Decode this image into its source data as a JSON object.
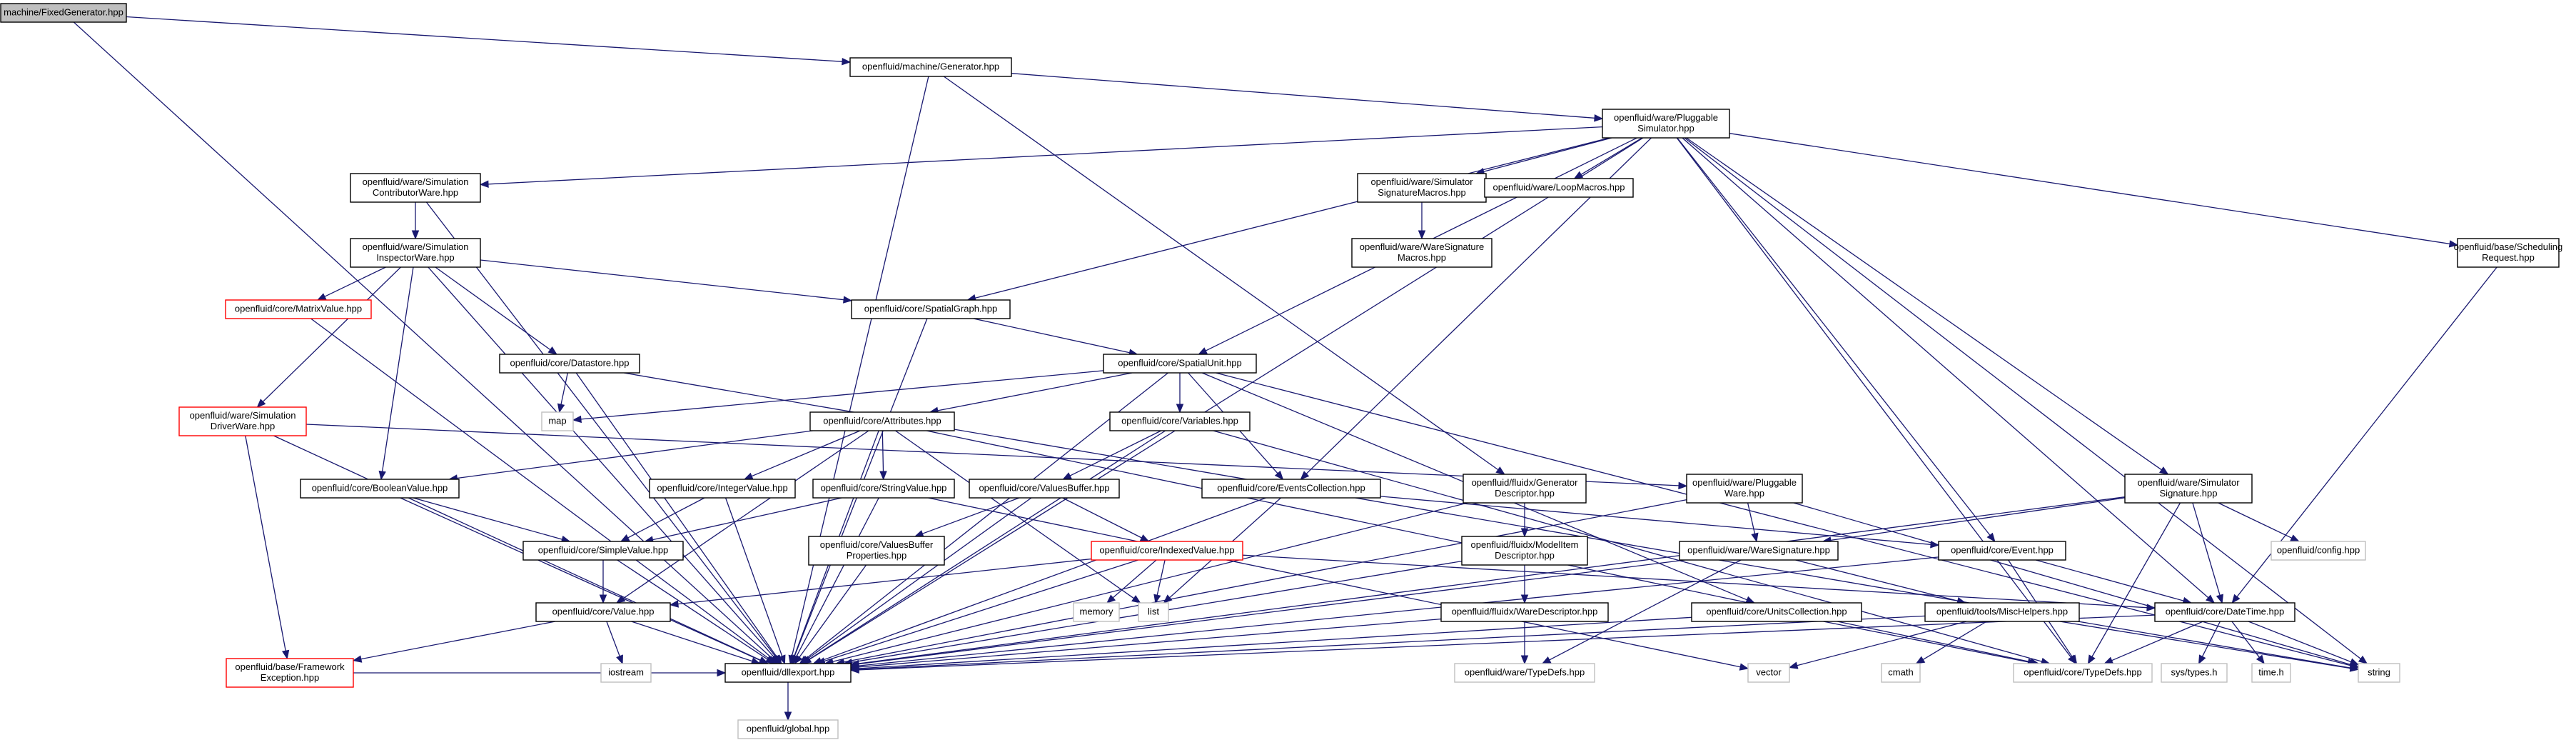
{
  "nodes": [
    {
      "id": "fixedgen",
      "lines": [
        "machine/FixedGenerator.hpp"
      ],
      "kind": "root",
      "interactable": false
    },
    {
      "id": "generator",
      "lines": [
        "openfluid/machine/Generator.hpp"
      ],
      "kind": "normal",
      "interactable": true
    },
    {
      "id": "pluggablesim",
      "lines": [
        "openfluid/ware/Pluggable",
        "Simulator.hpp"
      ],
      "kind": "normal",
      "interactable": true
    },
    {
      "id": "simcontrib",
      "lines": [
        "openfluid/ware/Simulation",
        "ContributorWare.hpp"
      ],
      "kind": "normal",
      "interactable": true
    },
    {
      "id": "simsigmacros",
      "lines": [
        "openfluid/ware/Simulator",
        "SignatureMacros.hpp"
      ],
      "kind": "normal",
      "interactable": true
    },
    {
      "id": "loopmacros",
      "lines": [
        "openfluid/ware/LoopMacros.hpp"
      ],
      "kind": "normal",
      "interactable": true
    },
    {
      "id": "schedreq",
      "lines": [
        "openfluid/base/Scheduling",
        "Request.hpp"
      ],
      "kind": "normal",
      "interactable": true
    },
    {
      "id": "waresigmacros",
      "lines": [
        "openfluid/ware/WareSignature",
        "Macros.hpp"
      ],
      "kind": "normal",
      "interactable": true
    },
    {
      "id": "siminspector",
      "lines": [
        "openfluid/ware/Simulation",
        "InspectorWare.hpp"
      ],
      "kind": "normal",
      "interactable": true
    },
    {
      "id": "matrixvalue",
      "lines": [
        "openfluid/core/MatrixValue.hpp"
      ],
      "kind": "trunc",
      "interactable": true
    },
    {
      "id": "spatialgraph",
      "lines": [
        "openfluid/core/SpatialGraph.hpp"
      ],
      "kind": "normal",
      "interactable": true
    },
    {
      "id": "datastore",
      "lines": [
        "openfluid/core/Datastore.hpp"
      ],
      "kind": "normal",
      "interactable": true
    },
    {
      "id": "spatialunit",
      "lines": [
        "openfluid/core/SpatialUnit.hpp"
      ],
      "kind": "normal",
      "interactable": true
    },
    {
      "id": "map",
      "lines": [
        "map"
      ],
      "kind": "ext",
      "interactable": false
    },
    {
      "id": "simdriver",
      "lines": [
        "openfluid/ware/Simulation",
        "DriverWare.hpp"
      ],
      "kind": "trunc",
      "interactable": true
    },
    {
      "id": "attributes",
      "lines": [
        "openfluid/core/Attributes.hpp"
      ],
      "kind": "normal",
      "interactable": true
    },
    {
      "id": "variables",
      "lines": [
        "openfluid/core/Variables.hpp"
      ],
      "kind": "normal",
      "interactable": true
    },
    {
      "id": "booleanvalue",
      "lines": [
        "openfluid/core/BooleanValue.hpp"
      ],
      "kind": "normal",
      "interactable": true
    },
    {
      "id": "integervalue",
      "lines": [
        "openfluid/core/IntegerValue.hpp"
      ],
      "kind": "normal",
      "interactable": true
    },
    {
      "id": "stringvalue",
      "lines": [
        "openfluid/core/StringValue.hpp"
      ],
      "kind": "normal",
      "interactable": true
    },
    {
      "id": "valuesbuffer",
      "lines": [
        "openfluid/core/ValuesBuffer.hpp"
      ],
      "kind": "normal",
      "interactable": true
    },
    {
      "id": "eventscoll",
      "lines": [
        "openfluid/core/EventsCollection.hpp"
      ],
      "kind": "normal",
      "interactable": true
    },
    {
      "id": "gendesc",
      "lines": [
        "openfluid/fluidx/Generator",
        "Descriptor.hpp"
      ],
      "kind": "normal",
      "interactable": true
    },
    {
      "id": "pluggableware",
      "lines": [
        "openfluid/ware/Pluggable",
        "Ware.hpp"
      ],
      "kind": "normal",
      "interactable": true
    },
    {
      "id": "simsignature",
      "lines": [
        "openfluid/ware/Simulator",
        "Signature.hpp"
      ],
      "kind": "normal",
      "interactable": true
    },
    {
      "id": "config",
      "lines": [
        "openfluid/config.hpp"
      ],
      "kind": "ext",
      "interactable": false
    },
    {
      "id": "simplevalue",
      "lines": [
        "openfluid/core/SimpleValue.hpp"
      ],
      "kind": "normal",
      "interactable": true
    },
    {
      "id": "vbprops",
      "lines": [
        "openfluid/core/ValuesBuffer",
        "Properties.hpp"
      ],
      "kind": "normal",
      "interactable": true
    },
    {
      "id": "indexedvalue",
      "lines": [
        "openfluid/core/IndexedValue.hpp"
      ],
      "kind": "trunc",
      "interactable": true
    },
    {
      "id": "modelitemdesc",
      "lines": [
        "openfluid/fluidx/ModelItem",
        "Descriptor.hpp"
      ],
      "kind": "normal",
      "interactable": true
    },
    {
      "id": "waresignature",
      "lines": [
        "openfluid/ware/WareSignature.hpp"
      ],
      "kind": "normal",
      "interactable": true
    },
    {
      "id": "event",
      "lines": [
        "openfluid/core/Event.hpp"
      ],
      "kind": "normal",
      "interactable": true
    },
    {
      "id": "valuehpp",
      "lines": [
        "openfluid/core/Value.hpp"
      ],
      "kind": "normal",
      "interactable": true
    },
    {
      "id": "memory",
      "lines": [
        "memory"
      ],
      "kind": "ext",
      "interactable": false
    },
    {
      "id": "list",
      "lines": [
        "list"
      ],
      "kind": "ext",
      "interactable": false
    },
    {
      "id": "waredesc",
      "lines": [
        "openfluid/fluidx/WareDescriptor.hpp"
      ],
      "kind": "normal",
      "interactable": true
    },
    {
      "id": "unitscoll",
      "lines": [
        "openfluid/core/UnitsCollection.hpp"
      ],
      "kind": "normal",
      "interactable": true
    },
    {
      "id": "mischelpers",
      "lines": [
        "openfluid/tools/MiscHelpers.hpp"
      ],
      "kind": "normal",
      "interactable": true
    },
    {
      "id": "datetime",
      "lines": [
        "openfluid/core/DateTime.hpp"
      ],
      "kind": "normal",
      "interactable": true
    },
    {
      "id": "fwexception",
      "lines": [
        "openfluid/base/Framework",
        "Exception.hpp"
      ],
      "kind": "trunc",
      "interactable": true
    },
    {
      "id": "iostream",
      "lines": [
        "iostream"
      ],
      "kind": "ext",
      "interactable": false
    },
    {
      "id": "dllexport",
      "lines": [
        "openfluid/dllexport.hpp"
      ],
      "kind": "normal",
      "interactable": true
    },
    {
      "id": "waretypedefs",
      "lines": [
        "openfluid/ware/TypeDefs.hpp"
      ],
      "kind": "ext",
      "interactable": false
    },
    {
      "id": "vector",
      "lines": [
        "vector"
      ],
      "kind": "ext",
      "interactable": false
    },
    {
      "id": "cmath",
      "lines": [
        "cmath"
      ],
      "kind": "ext",
      "interactable": false
    },
    {
      "id": "coretypedefs",
      "lines": [
        "openfluid/core/TypeDefs.hpp"
      ],
      "kind": "ext",
      "interactable": false
    },
    {
      "id": "systypes",
      "lines": [
        "sys/types.h"
      ],
      "kind": "ext",
      "interactable": false
    },
    {
      "id": "timeh",
      "lines": [
        "time.h"
      ],
      "kind": "ext",
      "interactable": false
    },
    {
      "id": "string",
      "lines": [
        "string"
      ],
      "kind": "ext",
      "interactable": false
    },
    {
      "id": "globalhpp",
      "lines": [
        "openfluid/global.hpp"
      ],
      "kind": "ext",
      "interactable": false
    }
  ],
  "edges": [
    [
      "fixedgen",
      "generator"
    ],
    [
      "fixedgen",
      "dllexport"
    ],
    [
      "generator",
      "pluggablesim"
    ],
    [
      "generator",
      "dllexport"
    ],
    [
      "generator",
      "gendesc"
    ],
    [
      "pluggablesim",
      "simcontrib"
    ],
    [
      "pluggablesim",
      "simsigmacros"
    ],
    [
      "pluggablesim",
      "loopmacros"
    ],
    [
      "pluggablesim",
      "schedreq"
    ],
    [
      "pluggablesim",
      "spatialgraph"
    ],
    [
      "pluggablesim",
      "spatialunit"
    ],
    [
      "pluggablesim",
      "eventscoll"
    ],
    [
      "pluggablesim",
      "simsignature"
    ],
    [
      "pluggablesim",
      "event"
    ],
    [
      "pluggablesim",
      "datetime"
    ],
    [
      "pluggablesim",
      "coretypedefs"
    ],
    [
      "pluggablesim",
      "string"
    ],
    [
      "pluggablesim",
      "dllexport"
    ],
    [
      "simcontrib",
      "siminspector"
    ],
    [
      "simcontrib",
      "dllexport"
    ],
    [
      "simsigmacros",
      "waresigmacros"
    ],
    [
      "schedreq",
      "datetime"
    ],
    [
      "siminspector",
      "matrixvalue"
    ],
    [
      "siminspector",
      "spatialgraph"
    ],
    [
      "siminspector",
      "datastore"
    ],
    [
      "siminspector",
      "simdriver"
    ],
    [
      "siminspector",
      "booleanvalue"
    ],
    [
      "siminspector",
      "dllexport"
    ],
    [
      "matrixvalue",
      "dllexport"
    ],
    [
      "spatialgraph",
      "spatialunit"
    ],
    [
      "spatialgraph",
      "dllexport"
    ],
    [
      "datastore",
      "map"
    ],
    [
      "datastore",
      "string"
    ],
    [
      "datastore",
      "dllexport"
    ],
    [
      "spatialunit",
      "map"
    ],
    [
      "spatialunit",
      "attributes"
    ],
    [
      "spatialunit",
      "variables"
    ],
    [
      "spatialunit",
      "eventscoll"
    ],
    [
      "spatialunit",
      "unitscoll"
    ],
    [
      "spatialunit",
      "string"
    ],
    [
      "spatialunit",
      "dllexport"
    ],
    [
      "simdriver",
      "pluggableware"
    ],
    [
      "simdriver",
      "fwexception"
    ],
    [
      "simdriver",
      "dllexport"
    ],
    [
      "attributes",
      "integervalue"
    ],
    [
      "attributes",
      "stringvalue"
    ],
    [
      "attributes",
      "booleanvalue"
    ],
    [
      "attributes",
      "valuehpp"
    ],
    [
      "attributes",
      "list"
    ],
    [
      "attributes",
      "coretypedefs"
    ],
    [
      "attributes",
      "dllexport"
    ],
    [
      "variables",
      "valuesbuffer"
    ],
    [
      "variables",
      "coretypedefs"
    ],
    [
      "variables",
      "dllexport"
    ],
    [
      "booleanvalue",
      "simplevalue"
    ],
    [
      "booleanvalue",
      "dllexport"
    ],
    [
      "integervalue",
      "simplevalue"
    ],
    [
      "integervalue",
      "dllexport"
    ],
    [
      "stringvalue",
      "simplevalue"
    ],
    [
      "stringvalue",
      "vector"
    ],
    [
      "stringvalue",
      "dllexport"
    ],
    [
      "valuesbuffer",
      "vbprops"
    ],
    [
      "valuesbuffer",
      "indexedvalue"
    ],
    [
      "valuesbuffer",
      "dllexport"
    ],
    [
      "eventscoll",
      "event"
    ],
    [
      "eventscoll",
      "list"
    ],
    [
      "eventscoll",
      "dllexport"
    ],
    [
      "gendesc",
      "modelitemdesc"
    ],
    [
      "gendesc",
      "dllexport"
    ],
    [
      "pluggableware",
      "waresignature"
    ],
    [
      "pluggableware",
      "string"
    ],
    [
      "pluggableware",
      "dllexport"
    ],
    [
      "simsignature",
      "waresignature"
    ],
    [
      "simsignature",
      "config"
    ],
    [
      "simsignature",
      "datetime"
    ],
    [
      "simsignature",
      "coretypedefs"
    ],
    [
      "simsignature",
      "dllexport"
    ],
    [
      "simplevalue",
      "valuehpp"
    ],
    [
      "simplevalue",
      "dllexport"
    ],
    [
      "vbprops",
      "dllexport"
    ],
    [
      "indexedvalue",
      "valuehpp"
    ],
    [
      "indexedvalue",
      "memory"
    ],
    [
      "indexedvalue",
      "list"
    ],
    [
      "indexedvalue",
      "datetime"
    ],
    [
      "indexedvalue",
      "dllexport"
    ],
    [
      "modelitemdesc",
      "waredesc"
    ],
    [
      "modelitemdesc",
      "dllexport"
    ],
    [
      "waresignature",
      "mischelpers"
    ],
    [
      "waresignature",
      "waretypedefs"
    ],
    [
      "waresignature",
      "dllexport"
    ],
    [
      "event",
      "datetime"
    ],
    [
      "event",
      "coretypedefs"
    ],
    [
      "event",
      "dllexport"
    ],
    [
      "valuehpp",
      "iostream"
    ],
    [
      "valuehpp",
      "fwexception"
    ],
    [
      "valuehpp",
      "dllexport"
    ],
    [
      "waredesc",
      "waretypedefs"
    ],
    [
      "waredesc",
      "dllexport"
    ],
    [
      "unitscoll",
      "coretypedefs"
    ],
    [
      "unitscoll",
      "dllexport"
    ],
    [
      "mischelpers",
      "vector"
    ],
    [
      "mischelpers",
      "cmath"
    ],
    [
      "mischelpers",
      "string"
    ],
    [
      "mischelpers",
      "dllexport"
    ],
    [
      "datetime",
      "systypes"
    ],
    [
      "datetime",
      "timeh"
    ],
    [
      "datetime",
      "string"
    ],
    [
      "datetime",
      "coretypedefs"
    ],
    [
      "datetime",
      "dllexport"
    ],
    [
      "fwexception",
      "dllexport"
    ],
    [
      "dllexport",
      "globalhpp"
    ]
  ]
}
